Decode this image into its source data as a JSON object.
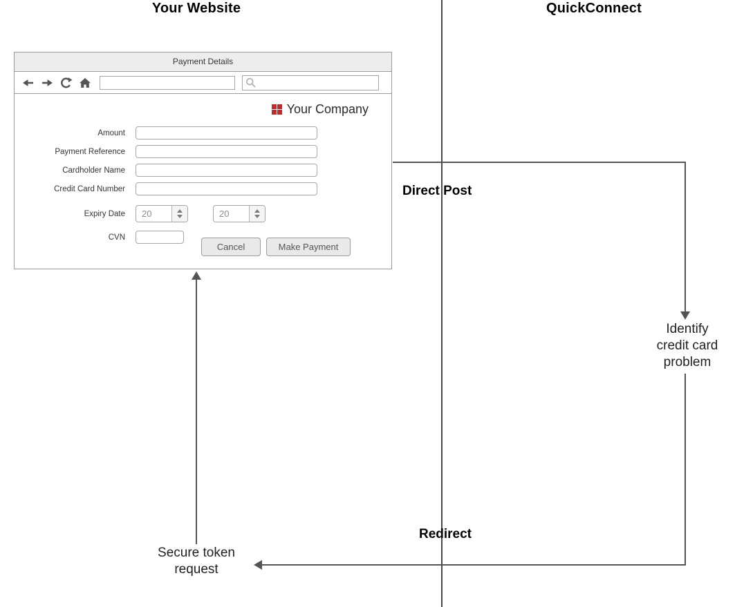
{
  "columns": {
    "left_title": "Your Website",
    "right_title": "QuickConnect"
  },
  "flow": {
    "direct_post_label": "Direct Post",
    "identify_lines": [
      "Identify",
      "credit card",
      "problem"
    ],
    "redirect_label": "Redirect",
    "secure_token_lines": [
      "Secure token",
      "request"
    ]
  },
  "browser": {
    "title": "Payment Details",
    "address_value": "",
    "search_value": "",
    "icons": [
      "back-icon",
      "forward-icon",
      "refresh-icon",
      "home-icon",
      "search-icon"
    ]
  },
  "form": {
    "logo_text": "Your Company",
    "logo_icon": "red-grid-logo-icon",
    "fields": [
      {
        "label": "Amount",
        "value": ""
      },
      {
        "label": "Payment Reference",
        "value": ""
      },
      {
        "label": "Cardholder Name",
        "value": ""
      },
      {
        "label": "Credit Card Number",
        "value": ""
      }
    ],
    "expiry": {
      "label": "Expiry Date",
      "month_value": "20",
      "year_value": "20"
    },
    "cvn": {
      "label": "CVN",
      "value": ""
    },
    "buttons": {
      "cancel": "Cancel",
      "make_payment": "Make Payment"
    }
  },
  "colors": {
    "logo_red": "#c62828",
    "connector_gray": "#545454",
    "divider_gray": "#47484a",
    "chrome_gray": "#ededed",
    "icon_gray": "#555555"
  }
}
